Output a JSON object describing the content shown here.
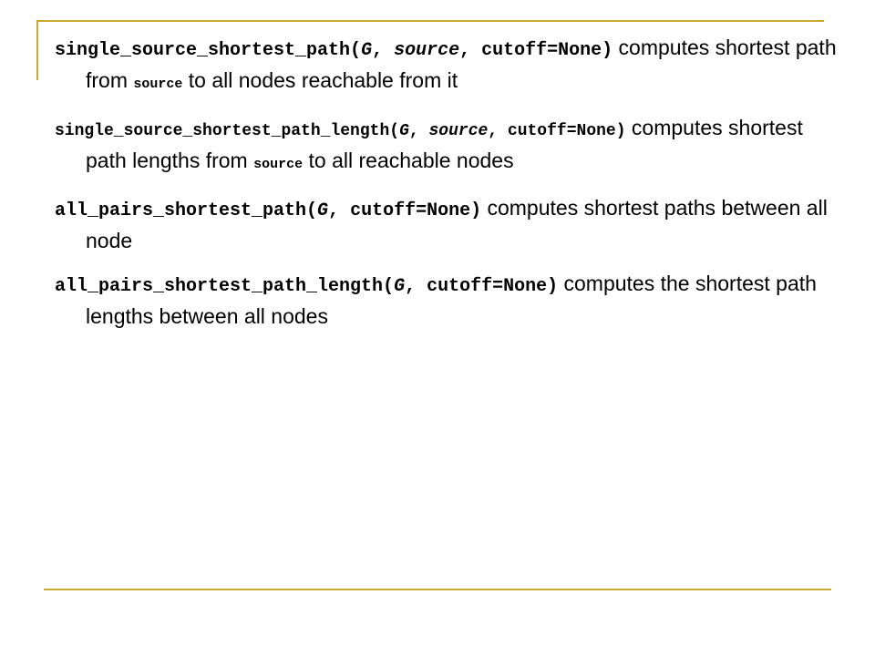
{
  "colors": {
    "rule": "#c8a830",
    "text": "#000000",
    "background": "#ffffff"
  },
  "entries": [
    {
      "fn": "single_source_shortest_path(",
      "arg1": "G",
      "sep1": ", ",
      "arg2": "source",
      "tail": ", cutoff=None)",
      "desc_a": " computes shortest path from ",
      "code_word": "source",
      "desc_b": " to all nodes reachable from it"
    },
    {
      "fn": "single_source_shortest_path_length(",
      "arg1": "G",
      "sep1": ", ",
      "arg2": "source",
      "tail": ", cutoff=None)",
      "desc_a": " computes shortest path lengths from ",
      "code_word": "source",
      "desc_b": " to all reachable nodes"
    },
    {
      "fn": "all_pairs_shortest_path(",
      "arg1": "G",
      "tail": ", cutoff=None)",
      "desc": " computes shortest paths between all node"
    },
    {
      "fn": "all_pairs_shortest_path_length(",
      "arg1": "G",
      "tail": ", cutoff=None)",
      "desc": " computes the shortest path lengths between all nodes"
    }
  ]
}
